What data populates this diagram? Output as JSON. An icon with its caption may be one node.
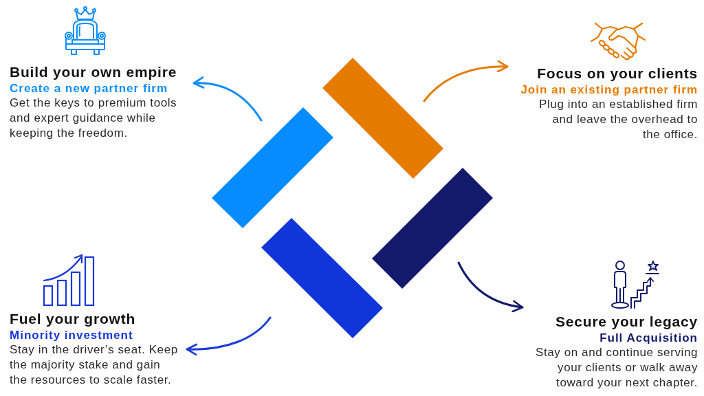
{
  "diagram": {
    "nodes": [
      {
        "text": [
          "Build your own empire",
          "Create a new partner firm",
          "Get the keys to premium tools and expert guidance while keeping the freedom."
        ]
      },
      {
        "text": [
          "Focus on your clients",
          "Join an existing partner firm",
          "Plug into an established firm and leave the overhead to the office."
        ]
      },
      {
        "text": [
          "Fuel your growth",
          "Minority investment",
          "Stay in the driver’s seat. Keep the majority stake and gain the resources to scale faster."
        ]
      },
      {
        "text": [
          "Secure your legacy",
          "Full Acquisition",
          "Stay on and continue serving your clients or walk away toward your next chapter."
        ]
      }
    ],
    "edges": [
      {
        "from": null,
        "to": 0,
        "arrow": "to",
        "color": "#0a8cff"
      },
      {
        "from": null,
        "to": 1,
        "arrow": "to",
        "color": "#e87a00"
      },
      {
        "from": null,
        "to": 2,
        "arrow": "to",
        "color": "#1a3cd8"
      },
      {
        "from": null,
        "to": 3,
        "arrow": "to",
        "color": "#141a6b"
      }
    ]
  }
}
